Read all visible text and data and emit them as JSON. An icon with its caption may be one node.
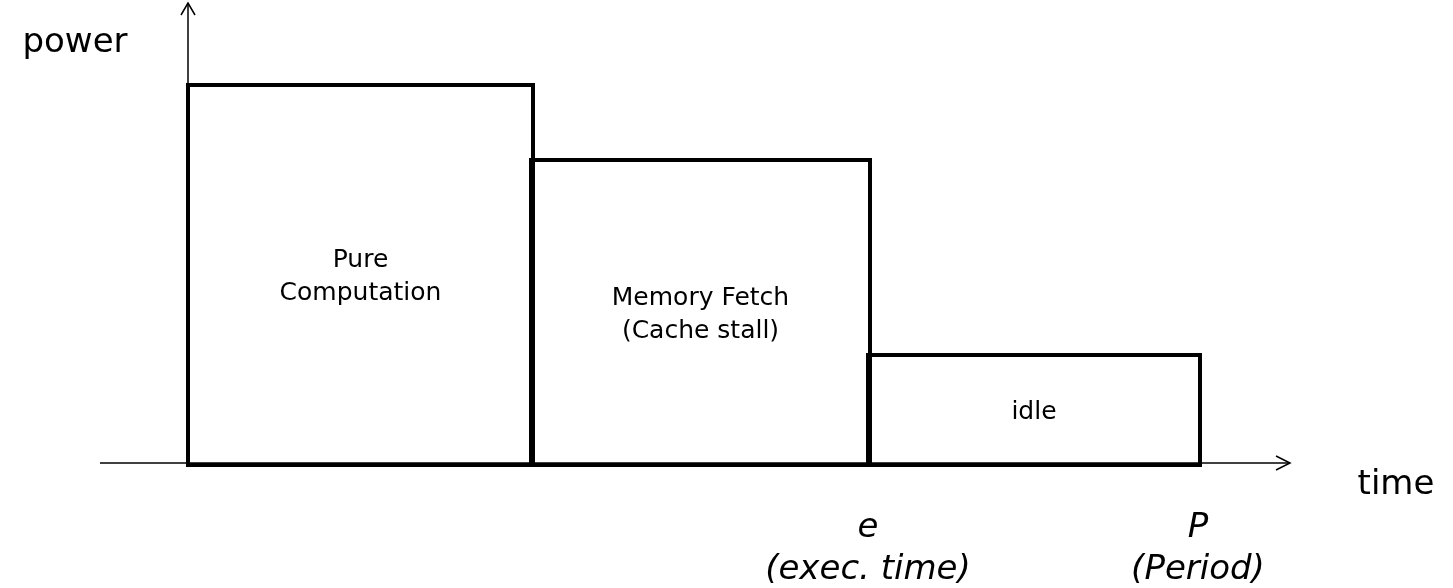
{
  "diagram": {
    "nodes": [
      {
        "text": [
          "Pure Computation"
        ]
      },
      {
        "text": [
          "Memory Fetch (Cache stall)"
        ]
      },
      {
        "text": [
          "idle"
        ]
      }
    ],
    "labels": [
      "power",
      "time",
      "e",
      "(exec. time)",
      "P",
      "(Period)"
    ]
  }
}
